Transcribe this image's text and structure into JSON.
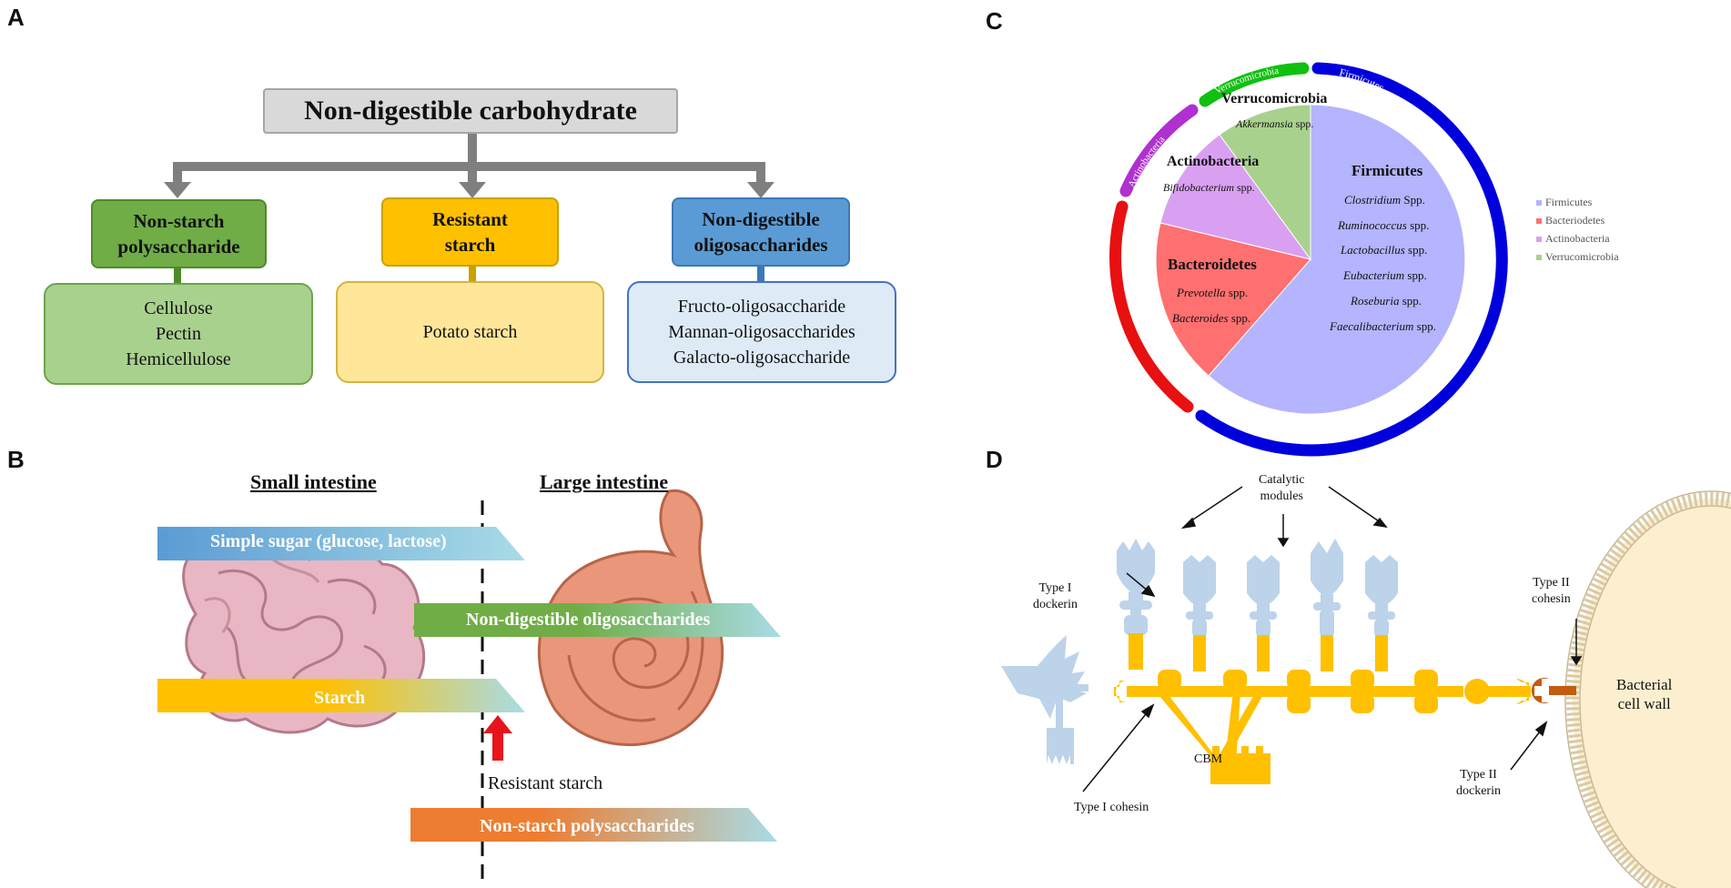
{
  "panels": {
    "a": "A",
    "b": "B",
    "c": "C",
    "d": "D"
  },
  "panel_a": {
    "root": "Non-digestible carbohydrate",
    "categories": [
      {
        "title_lines": [
          "Non-starch",
          "polysaccharide"
        ],
        "items": [
          "Cellulose",
          "Pectin",
          "Hemicellulose"
        ],
        "header_color": "#70ad47",
        "body_color": "#a9d18e"
      },
      {
        "title_lines": [
          "Resistant",
          "starch"
        ],
        "items": [
          "Potato starch"
        ],
        "header_color": "#ffc000",
        "body_color": "#ffe699"
      },
      {
        "title_lines": [
          "Non-digestible",
          "oligosaccharides"
        ],
        "items": [
          "Fructo-oligosaccharide",
          "Mannan-oligosaccharides",
          "Galacto-oligosaccharide"
        ],
        "header_color": "#5b9bd5",
        "body_color": "#deebf7"
      }
    ]
  },
  "panel_b": {
    "small_intestine": "Small intestine",
    "large_intestine": "Large intestine",
    "arrows": [
      "Simple sugar (glucose, lactose)",
      "Non-digestible oligosaccharides",
      "Starch",
      "Non-starch polysaccharides"
    ],
    "resistant_starch": "Resistant starch",
    "colors": {
      "blue": "#5b9bd5",
      "green": "#70ad47",
      "yellow": "#ffc000",
      "orange": "#ed7d31",
      "light": "#9dd3df"
    }
  },
  "panel_c": {
    "slices": [
      {
        "name": "Firmicutes",
        "genera": [
          [
            "Clostridium",
            " Spp."
          ],
          [
            "Ruminococcus",
            " spp."
          ],
          [
            "Lactobacillus",
            " spp."
          ],
          [
            "Eubacterium",
            " spp."
          ],
          [
            "Roseburia",
            " spp."
          ],
          [
            "Faecalibacterium",
            " spp."
          ]
        ],
        "color": "#b4b4ff",
        "ring": "#0000dd"
      },
      {
        "name": "Bacteroidetes",
        "genera": [
          [
            "Prevotella",
            " spp."
          ],
          [
            "Bacteroides",
            " spp."
          ]
        ],
        "color": "#ff7070",
        "ring": "#e81010"
      },
      {
        "name": "Actinobacteria",
        "genera": [
          [
            "Bifidobacterium",
            " spp."
          ]
        ],
        "color": "#d9a0f2",
        "ring": "#b030d0"
      },
      {
        "name": "Verrucomicrobia",
        "genera": [
          [
            "Akkermansia",
            " spp."
          ]
        ],
        "color": "#a9d18e",
        "ring": "#10c010"
      }
    ],
    "legend": [
      "Firmicutes",
      "Bacteriodetes",
      "Actinobacteria",
      "Verrucomicrobia"
    ]
  },
  "panel_d": {
    "catalytic_line1": "Catalytic",
    "catalytic_line2": "modules",
    "type1_dockerin_line1": "Type I",
    "type1_dockerin_line2": "dockerin",
    "type2_cohesin_line1": "Type II",
    "type2_cohesin_line2": "cohesin",
    "cbm": "CBM",
    "type1_cohesin": "Type I cohesin",
    "type2_dockerin_line1": "Type II",
    "type2_dockerin_line2": "dockerin",
    "cell_wall_line1": "Bacterial",
    "cell_wall_line2": "cell wall",
    "colors": {
      "module": "#bcd3ea",
      "scaffold": "#ffc000",
      "anchor": "#c55a11",
      "wall": "#fbefcf"
    }
  }
}
